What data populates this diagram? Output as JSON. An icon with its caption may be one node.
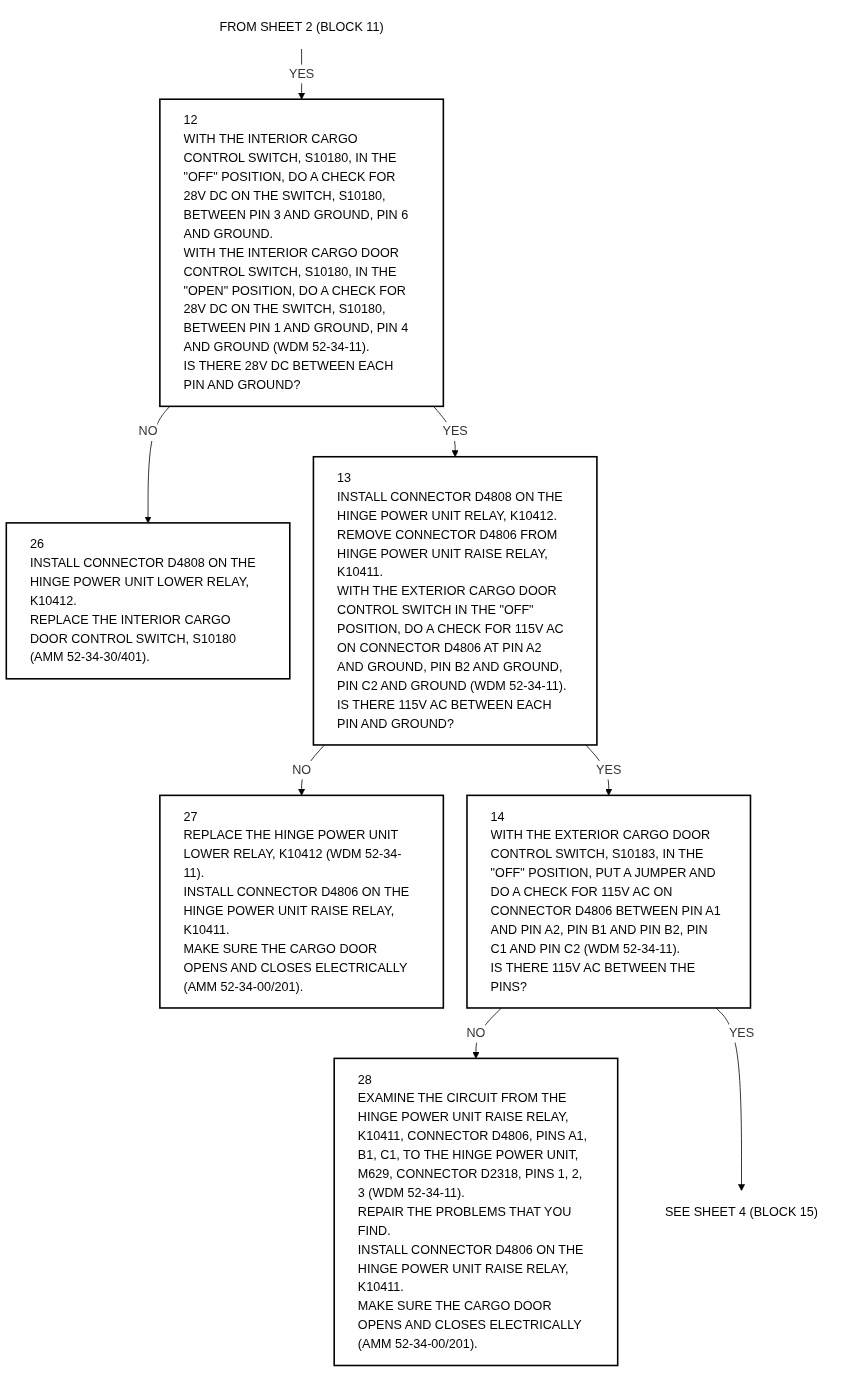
{
  "diagram": {
    "nodes": [
      {
        "text": [
          "FROM SHEET 2 (BLOCK 11)"
        ]
      },
      {
        "text": [
          "12",
          "WITH THE INTERIOR CARGO CONTROL SWITCH, S10180, IN THE \"OFF\" POSITION, DO A CHECK FOR 28V DC ON THE SWITCH, S10180, BETWEEN PIN 3 AND GROUND, PIN 6 AND GROUND.",
          "WITH THE INTERIOR CARGO DOOR CONTROL SWITCH, S10180, IN THE \"OPEN\" POSITION, DO A CHECK FOR 28V DC ON THE SWITCH, S10180, BETWEEN PIN 1 AND GROUND, PIN 4 AND GROUND (WDM 52-34-11).",
          "IS THERE 28V DC BETWEEN EACH PIN AND GROUND?"
        ]
      },
      {
        "text": [
          "26",
          "INSTALL CONNECTOR D4808 ON THE HINGE POWER UNIT LOWER RELAY, K10412.",
          "REPLACE THE INTERIOR CARGO DOOR CONTROL SWITCH, S10180 (AMM 52-34-30/401)."
        ]
      },
      {
        "text": [
          "13",
          "INSTALL CONNECTOR D4808 ON THE HINGE POWER UNIT RELAY, K10412.",
          "REMOVE CONNECTOR D4806 FROM HINGE POWER UNIT RAISE RELAY, K10411.",
          "WITH THE EXTERIOR CARGO DOOR CONTROL SWITCH IN THE \"OFF\" POSITION, DO A CHECK FOR 115V AC ON CONNECTOR D4806 AT PIN A2 AND GROUND, PIN B2 AND GROUND, PIN C2 AND GROUND (WDM 52-34-11).",
          "IS THERE 115V AC BETWEEN EACH PIN AND GROUND?"
        ]
      },
      {
        "text": [
          "27",
          "REPLACE THE HINGE POWER UNIT LOWER RELAY, K10412 (WDM 52-34-11).",
          "INSTALL CONNECTOR D4806 ON THE HINGE POWER UNIT RAISE RELAY, K10411.",
          "MAKE SURE THE CARGO DOOR OPENS AND CLOSES ELECTRICALLY (AMM 52-34-00/201)."
        ]
      },
      {
        "text": [
          "14",
          "WITH THE EXTERIOR CARGO DOOR CONTROL SWITCH, S10183, IN THE \"OFF\" POSITION, PUT A JUMPER AND DO A CHECK FOR 115V AC ON CONNECTOR D4806 BETWEEN PIN A1 AND PIN A2, PIN B1 AND PIN B2, PIN C1 AND PIN C2 (WDM 52-34-11).",
          "IS THERE 115V AC BETWEEN THE PINS?"
        ]
      },
      {
        "text": [
          "28",
          "EXAMINE THE CIRCUIT FROM THE HINGE POWER UNIT RAISE RELAY, K10411, CONNECTOR D4806, PINS A1, B1, C1, TO THE HINGE POWER UNIT, M629, CONNECTOR D2318, PINS 1, 2, 3 (WDM 52-34-11).",
          "REPAIR THE PROBLEMS THAT YOU FIND.",
          "INSTALL CONNECTOR D4806 ON THE HINGE POWER UNIT RAISE RELAY, K10411.",
          "MAKE SURE THE CARGO DOOR OPENS AND CLOSES ELECTRICALLY (AMM 52-34-00/201)."
        ]
      },
      {
        "text": [
          "SEE SHEET 4 (BLOCK 15)"
        ]
      }
    ],
    "edges": [
      {
        "from": 0,
        "to": 1,
        "arrow": "to",
        "label": "YES"
      },
      {
        "from": 1,
        "to": 2,
        "arrow": "to",
        "label": "NO"
      },
      {
        "from": 1,
        "to": 3,
        "arrow": "to",
        "label": "YES"
      },
      {
        "from": 3,
        "to": 4,
        "arrow": "to",
        "label": "NO"
      },
      {
        "from": 3,
        "to": 5,
        "arrow": "to",
        "label": "YES"
      },
      {
        "from": 5,
        "to": 6,
        "arrow": "to",
        "label": "NO"
      },
      {
        "from": 5,
        "to": 7,
        "arrow": "to",
        "label": "YES"
      }
    ]
  }
}
